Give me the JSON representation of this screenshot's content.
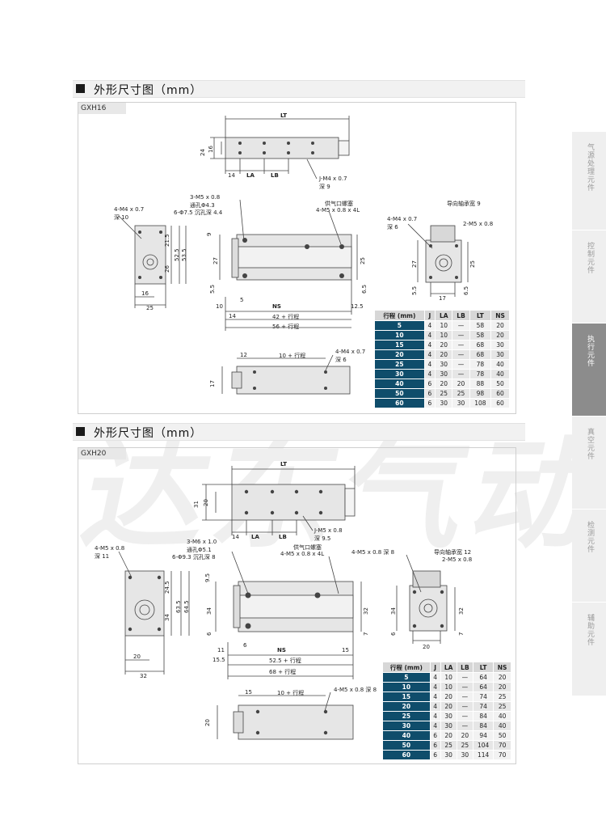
{
  "section_title": "外形尺寸图（mm）",
  "sidebar": [
    "气源处理元件",
    "控制元件",
    "执行元件",
    "真空元件",
    "检测元件",
    "辅助元件"
  ],
  "watermark": "达东气动",
  "gxh16": {
    "model": "GXH16",
    "top": {
      "lt": "LT",
      "h24": "24",
      "h16": "16",
      "d14": "14",
      "la": "LA",
      "lb": "LB",
      "j": "J-M4 x 0.7",
      "jd": "深 9"
    },
    "left": {
      "m": "4-M4 x 0.7",
      "md": "深 10",
      "h21": "21.5",
      "h52": "52.5",
      "h53": "53.5",
      "h26": "26",
      "w16": "16",
      "w25": "25"
    },
    "front": {
      "c1": "3-M5 x 0.8",
      "c2": "通孔Φ4.3",
      "c3": "6-Φ7.5 沉孔深 4.4",
      "air1": "供气口螺塞",
      "air2": "4-M5 x 0.8 x 4L",
      "v9": "9",
      "v27": "27",
      "v25": "25",
      "v55": "5.5",
      "v65": "6.5",
      "d10": "10",
      "d5": "5",
      "ns": "NS",
      "d125": "12.5",
      "d14": "14",
      "d42": "42 + 行程",
      "d56": "56 + 行程"
    },
    "right": {
      "guide": "导向轴承宽 9",
      "m": "4-M4 x 0.7",
      "md": "深 6",
      "m2": "2-M5 x 0.8",
      "v27": "27",
      "v25": "25",
      "v55": "5.5",
      "w17": "17",
      "v65": "6.5"
    },
    "bottom": {
      "d12": "12",
      "d10": "10 + 行程",
      "m": "4-M4 x 0.7",
      "md": "深 6",
      "v17": "17"
    },
    "table": {
      "headers": [
        "行程 (mm)",
        "J",
        "LA",
        "LB",
        "LT",
        "NS"
      ],
      "rows": [
        [
          "5",
          "4",
          "10",
          "—",
          "58",
          "20"
        ],
        [
          "10",
          "4",
          "10",
          "—",
          "58",
          "20"
        ],
        [
          "15",
          "4",
          "20",
          "—",
          "68",
          "30"
        ],
        [
          "20",
          "4",
          "20",
          "—",
          "68",
          "30"
        ],
        [
          "25",
          "4",
          "30",
          "—",
          "78",
          "40"
        ],
        [
          "30",
          "4",
          "30",
          "—",
          "78",
          "40"
        ],
        [
          "40",
          "6",
          "20",
          "20",
          "88",
          "50"
        ],
        [
          "50",
          "6",
          "25",
          "25",
          "98",
          "60"
        ],
        [
          "60",
          "6",
          "30",
          "30",
          "108",
          "60"
        ]
      ]
    }
  },
  "gxh20": {
    "model": "GXH20",
    "top": {
      "lt": "LT",
      "h31": "31",
      "h20": "20",
      "d14": "14",
      "la": "LA",
      "lb": "LB",
      "j": "J-M5 x 0.8",
      "jd": "深 9.5"
    },
    "left": {
      "m": "4-M5 x 0.8",
      "md": "深 11",
      "h245": "24.5",
      "h635": "63.5",
      "h645": "64.5",
      "h34": "34",
      "w20": "20",
      "w32": "32"
    },
    "front": {
      "c1": "3-M6 x 1.0",
      "c2": "通孔Φ5.1",
      "c3": "6-Φ9.3 沉孔深 8",
      "air1": "供气口螺塞",
      "air2": "4-M5 x 0.8 x 4L",
      "v95": "9.5",
      "v34": "34",
      "v32": "32",
      "v6": "6",
      "v7": "7",
      "d11": "11",
      "d6": "6",
      "ns": "NS",
      "d15": "15",
      "d155": "15.5",
      "d52": "52.5 + 行程",
      "d68": "68 + 行程"
    },
    "right": {
      "m": "4-M5 x 0.8 深 8",
      "guide": "导向轴承宽 12",
      "m2": "2-M5 x 0.8",
      "v34": "34",
      "v32": "32",
      "v6": "6",
      "v7": "7",
      "w20": "20"
    },
    "bottom": {
      "d15": "15",
      "d10": "10 + 行程",
      "m": "4-M5 x 0.8 深 8",
      "v20": "20"
    },
    "table": {
      "headers": [
        "行程 (mm)",
        "J",
        "LA",
        "LB",
        "LT",
        "NS"
      ],
      "rows": [
        [
          "5",
          "4",
          "10",
          "—",
          "64",
          "20"
        ],
        [
          "10",
          "4",
          "10",
          "—",
          "64",
          "20"
        ],
        [
          "15",
          "4",
          "20",
          "—",
          "74",
          "25"
        ],
        [
          "20",
          "4",
          "20",
          "—",
          "74",
          "25"
        ],
        [
          "25",
          "4",
          "30",
          "—",
          "84",
          "40"
        ],
        [
          "30",
          "4",
          "30",
          "—",
          "84",
          "40"
        ],
        [
          "40",
          "6",
          "20",
          "20",
          "94",
          "50"
        ],
        [
          "50",
          "6",
          "25",
          "25",
          "104",
          "70"
        ],
        [
          "60",
          "6",
          "30",
          "30",
          "114",
          "70"
        ]
      ]
    }
  }
}
